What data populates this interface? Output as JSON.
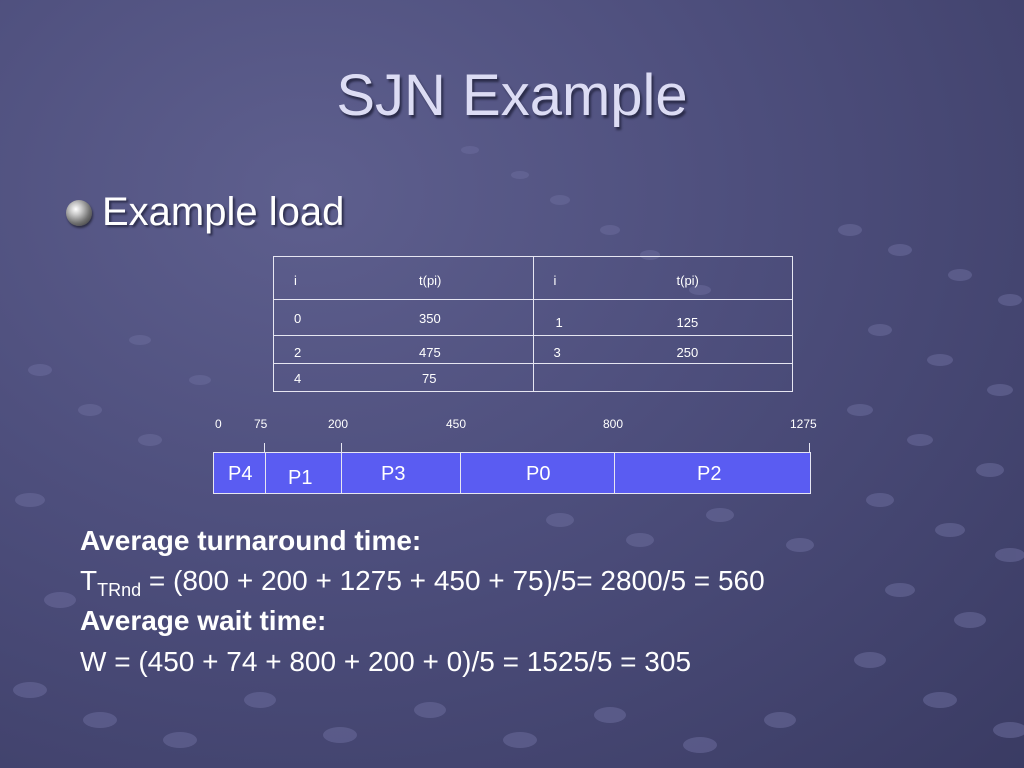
{
  "slide": {
    "title": "SJN Example",
    "bullet": "Example load"
  },
  "load_table": {
    "header": {
      "i1": "i",
      "t1": "t(pi)",
      "i2": "i",
      "t2": "t(pi)"
    },
    "rows": [
      {
        "i1": "0",
        "t1": "350",
        "i2": "1",
        "t2": "125"
      },
      {
        "i1": "2",
        "t1": "475",
        "i2": "3",
        "t2": "250"
      },
      {
        "i1": "4",
        "t1": "75",
        "i2": "",
        "t2": ""
      }
    ]
  },
  "gantt": {
    "ticks": [
      "0",
      "75",
      "200",
      "450",
      "800",
      "1275"
    ],
    "blocks": [
      "P4",
      "P1",
      "P3",
      "P0",
      "P2"
    ]
  },
  "text": {
    "avg_turnaround_label": "Average turnaround time:",
    "t_main": "T",
    "t_sub": "TRnd",
    "t_formula": " = (800 + 200 + 1275 + 450 + 75)/5= 2800/5 = 560",
    "avg_wait_label": "Average wait time:",
    "w_formula": "W = (450 + 74 + 800 + 200 + 0)/5 = 1525/5 = 305"
  },
  "colors": {
    "background": "#4d4e7c",
    "gantt_fill": "#5a5cf2",
    "title": "#dcdcf4"
  }
}
